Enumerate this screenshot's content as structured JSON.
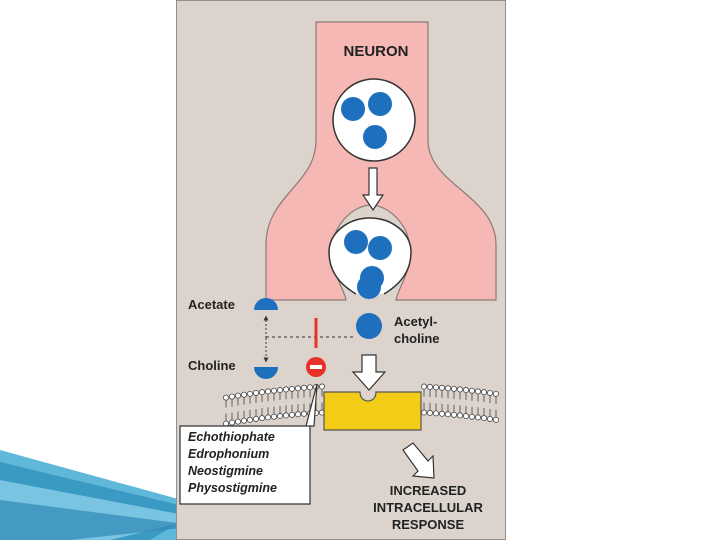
{
  "labels": {
    "neuron": "NEURON",
    "acetate": "Acetate",
    "choline": "Choline",
    "acetylcholine_line1": "Acetyl-",
    "acetylcholine_line2": "choline",
    "response_line1": "INCREASED",
    "response_line2": "INTRACELLULAR",
    "response_line3": "RESPONSE"
  },
  "inhibitors": [
    "Echothiophate",
    "Edrophonium",
    "Neostigmine",
    "Physostigmine"
  ],
  "colors": {
    "background": "#dcd4cc",
    "neuron_fill": "#f6b8b4",
    "vesicle_blue": "#1f6fbf",
    "receptor_yellow": "#f3cc17",
    "inhibit_red": "#e8322a"
  },
  "icons": {
    "inhibit": "minus-circle-icon"
  }
}
